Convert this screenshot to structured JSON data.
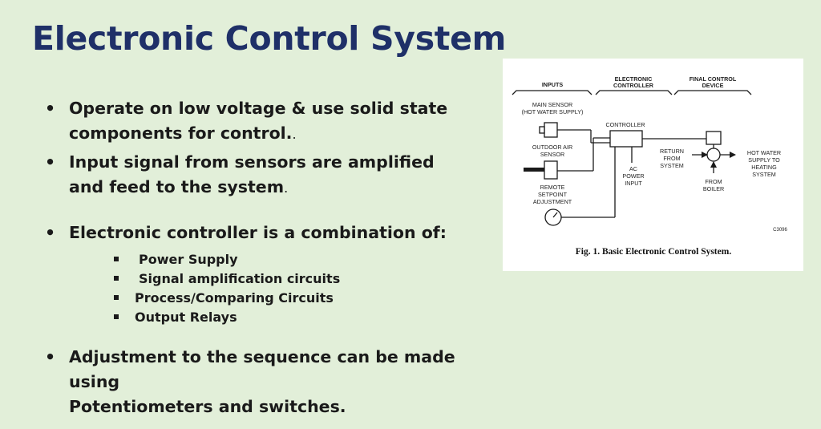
{
  "title": "Electronic Control System",
  "bullets": [
    {
      "dot": "•",
      "line1": "Operate on low voltage & use solid state",
      "line2": "components for control.",
      "trail": "."
    },
    {
      "dot": "•",
      "line1": "Input signal from sensors are amplified",
      "line2": "and feed to the system",
      "trail": "."
    },
    {
      "dot": "•",
      "line1": "Electronic controller is a combination of:"
    },
    {
      "dot": "•",
      "line1": "Adjustment to the sequence can be made using",
      "line2": "Potentiometers and switches."
    }
  ],
  "components": [
    "Power Supply",
    "Signal amplification circuits",
    "Process/Comparing Circuits",
    "Output Relays"
  ],
  "diagram": {
    "headers": {
      "inputs": "INPUTS",
      "controller_l1": "ELECTRONIC",
      "controller_l2": "CONTROLLER",
      "final_l1": "FINAL CONTROL",
      "final_l2": "DEVICE"
    },
    "labels": {
      "main_sensor_l1": "MAIN SENSOR",
      "main_sensor_l2": "(HOT WATER SUPPLY)",
      "outdoor_l1": "OUTDOOR AIR",
      "outdoor_l2": "SENSOR",
      "remote_l1": "REMOTE",
      "remote_l2": "SETPOINT",
      "remote_l3": "ADJUSTMENT",
      "controller": "CONTROLLER",
      "ac_l1": "AC",
      "ac_l2": "POWER",
      "ac_l3": "INPUT",
      "return_l1": "RETURN",
      "return_l2": "FROM",
      "return_l3": "SYSTEM",
      "from_boiler_l1": "FROM",
      "from_boiler_l2": "BOILER",
      "hot_water_l1": "HOT WATER",
      "hot_water_l2": "SUPPLY TO",
      "hot_water_l3": "HEATING",
      "hot_water_l4": "SYSTEM",
      "code": "C3096"
    },
    "caption": "Fig. 1. Basic Electronic Control System."
  }
}
